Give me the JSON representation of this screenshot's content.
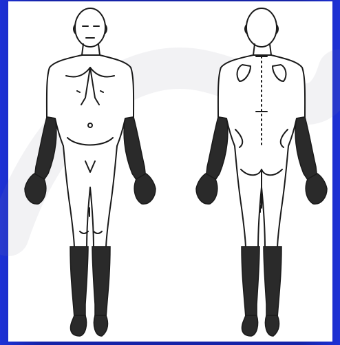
{
  "image": {
    "background_color": "#1523a8",
    "panel_color": "#ffffff",
    "ink_color": "#1a1a1a",
    "shaded_color": "#2a2a2a"
  },
  "figures": [
    {
      "view": "front",
      "shaded_regions": [
        "forearms",
        "hands",
        "lower-legs",
        "feet"
      ]
    },
    {
      "view": "back",
      "shaded_regions": [
        "forearms",
        "hands",
        "lower-legs",
        "feet"
      ]
    }
  ]
}
